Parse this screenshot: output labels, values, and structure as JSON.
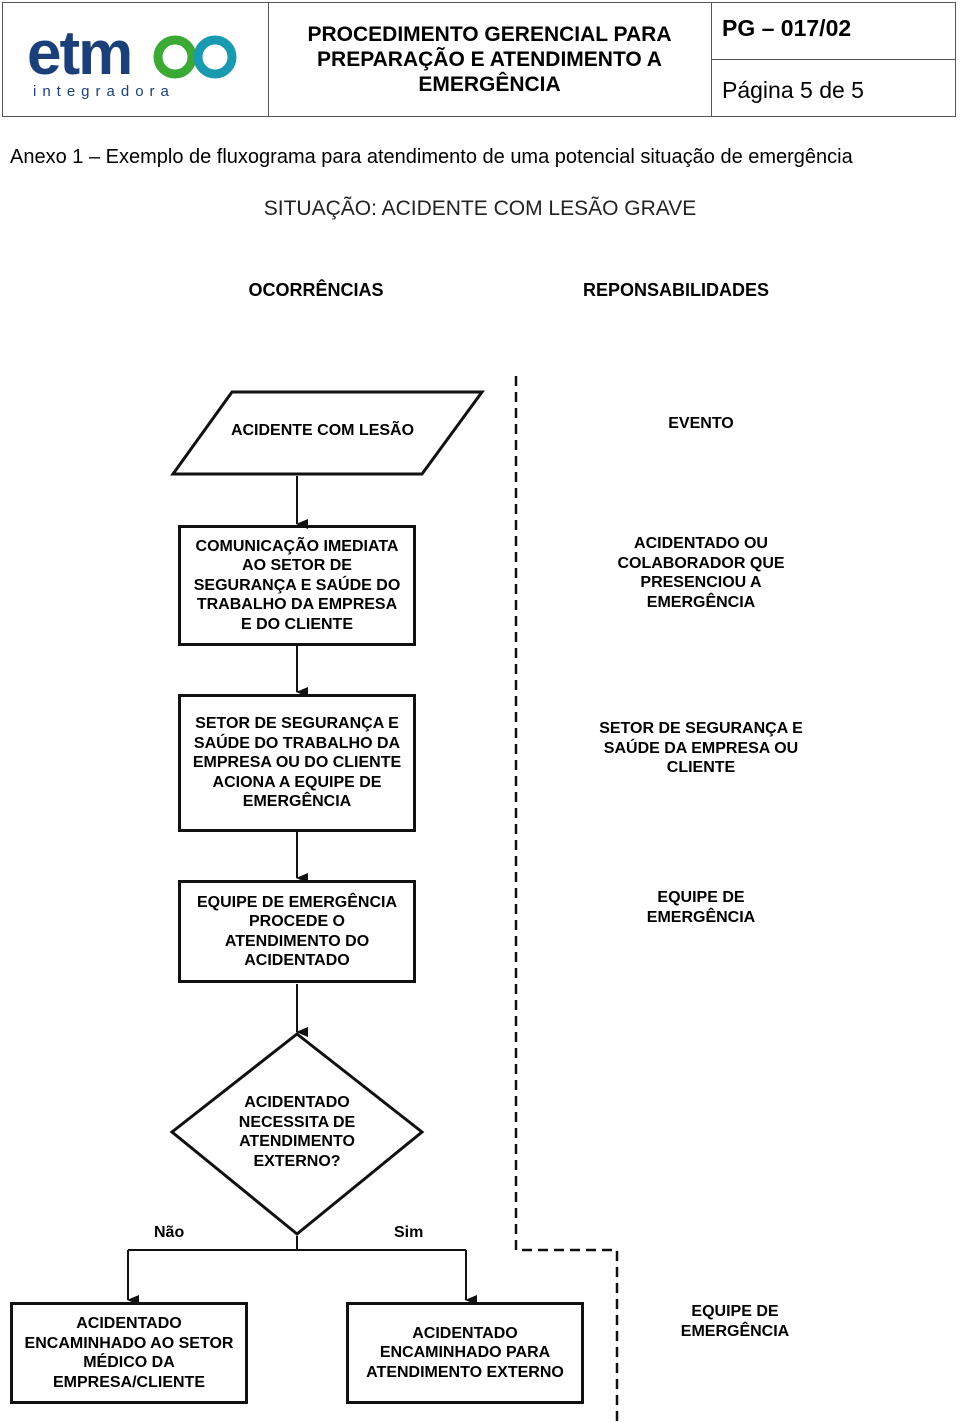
{
  "header": {
    "logo_main": "etm",
    "logo_sub": "integradora",
    "title": "PROCEDIMENTO GERENCIAL PARA PREPARAÇÃO E ATENDIMENTO A EMERGÊNCIA",
    "code": "PG – 017/02",
    "page": "Página 5 de 5"
  },
  "annex_title": "Anexo 1 – Exemplo de fluxograma para atendimento de uma potencial situação de emergência",
  "situation": "SITUAÇÃO: ACIDENTE COM LESÃO GRAVE",
  "columns": {
    "left": "OCORRÊNCIAS",
    "right": "REPONSABILIDADES"
  },
  "flow": {
    "start": "ACIDENTE COM LESÃO",
    "step1": "COMUNICAÇÃO IMEDIATA AO SETOR DE SEGURANÇA E SAÚDE DO TRABALHO DA EMPRESA E DO CLIENTE",
    "step2": "SETOR DE SEGURANÇA E SAÚDE DO TRABALHO DA EMPRESA OU DO CLIENTE ACIONA A EQUIPE DE EMERGÊNCIA",
    "step3": "EQUIPE DE EMERGÊNCIA PROCEDE O ATENDIMENTO DO ACIDENTADO",
    "decision": "ACIDENTADO NECESSITA DE ATENDIMENTO EXTERNO?",
    "no_label": "Não",
    "yes_label": "Sim",
    "no_outcome": "ACIDENTADO ENCAMINHADO AO SETOR MÉDICO DA EMPRESA/CLIENTE",
    "yes_outcome": "ACIDENTADO ENCAMINHADO PARA ATENDIMENTO EXTERNO"
  },
  "responsibilities": {
    "r0": "EVENTO",
    "r1": "ACIDENTADO OU COLABORADOR QUE PRESENCIOU A EMERGÊNCIA",
    "r2": "SETOR DE SEGURANÇA E SAÚDE DA EMPRESA OU CLIENTE",
    "r3": "EQUIPE DE EMERGÊNCIA",
    "r4": "EQUIPE DE EMERGÊNCIA"
  },
  "colors": {
    "logo_blue": "#1b3f78",
    "logo_green": "#3aaa35",
    "logo_teal": "#1a9ab0"
  }
}
